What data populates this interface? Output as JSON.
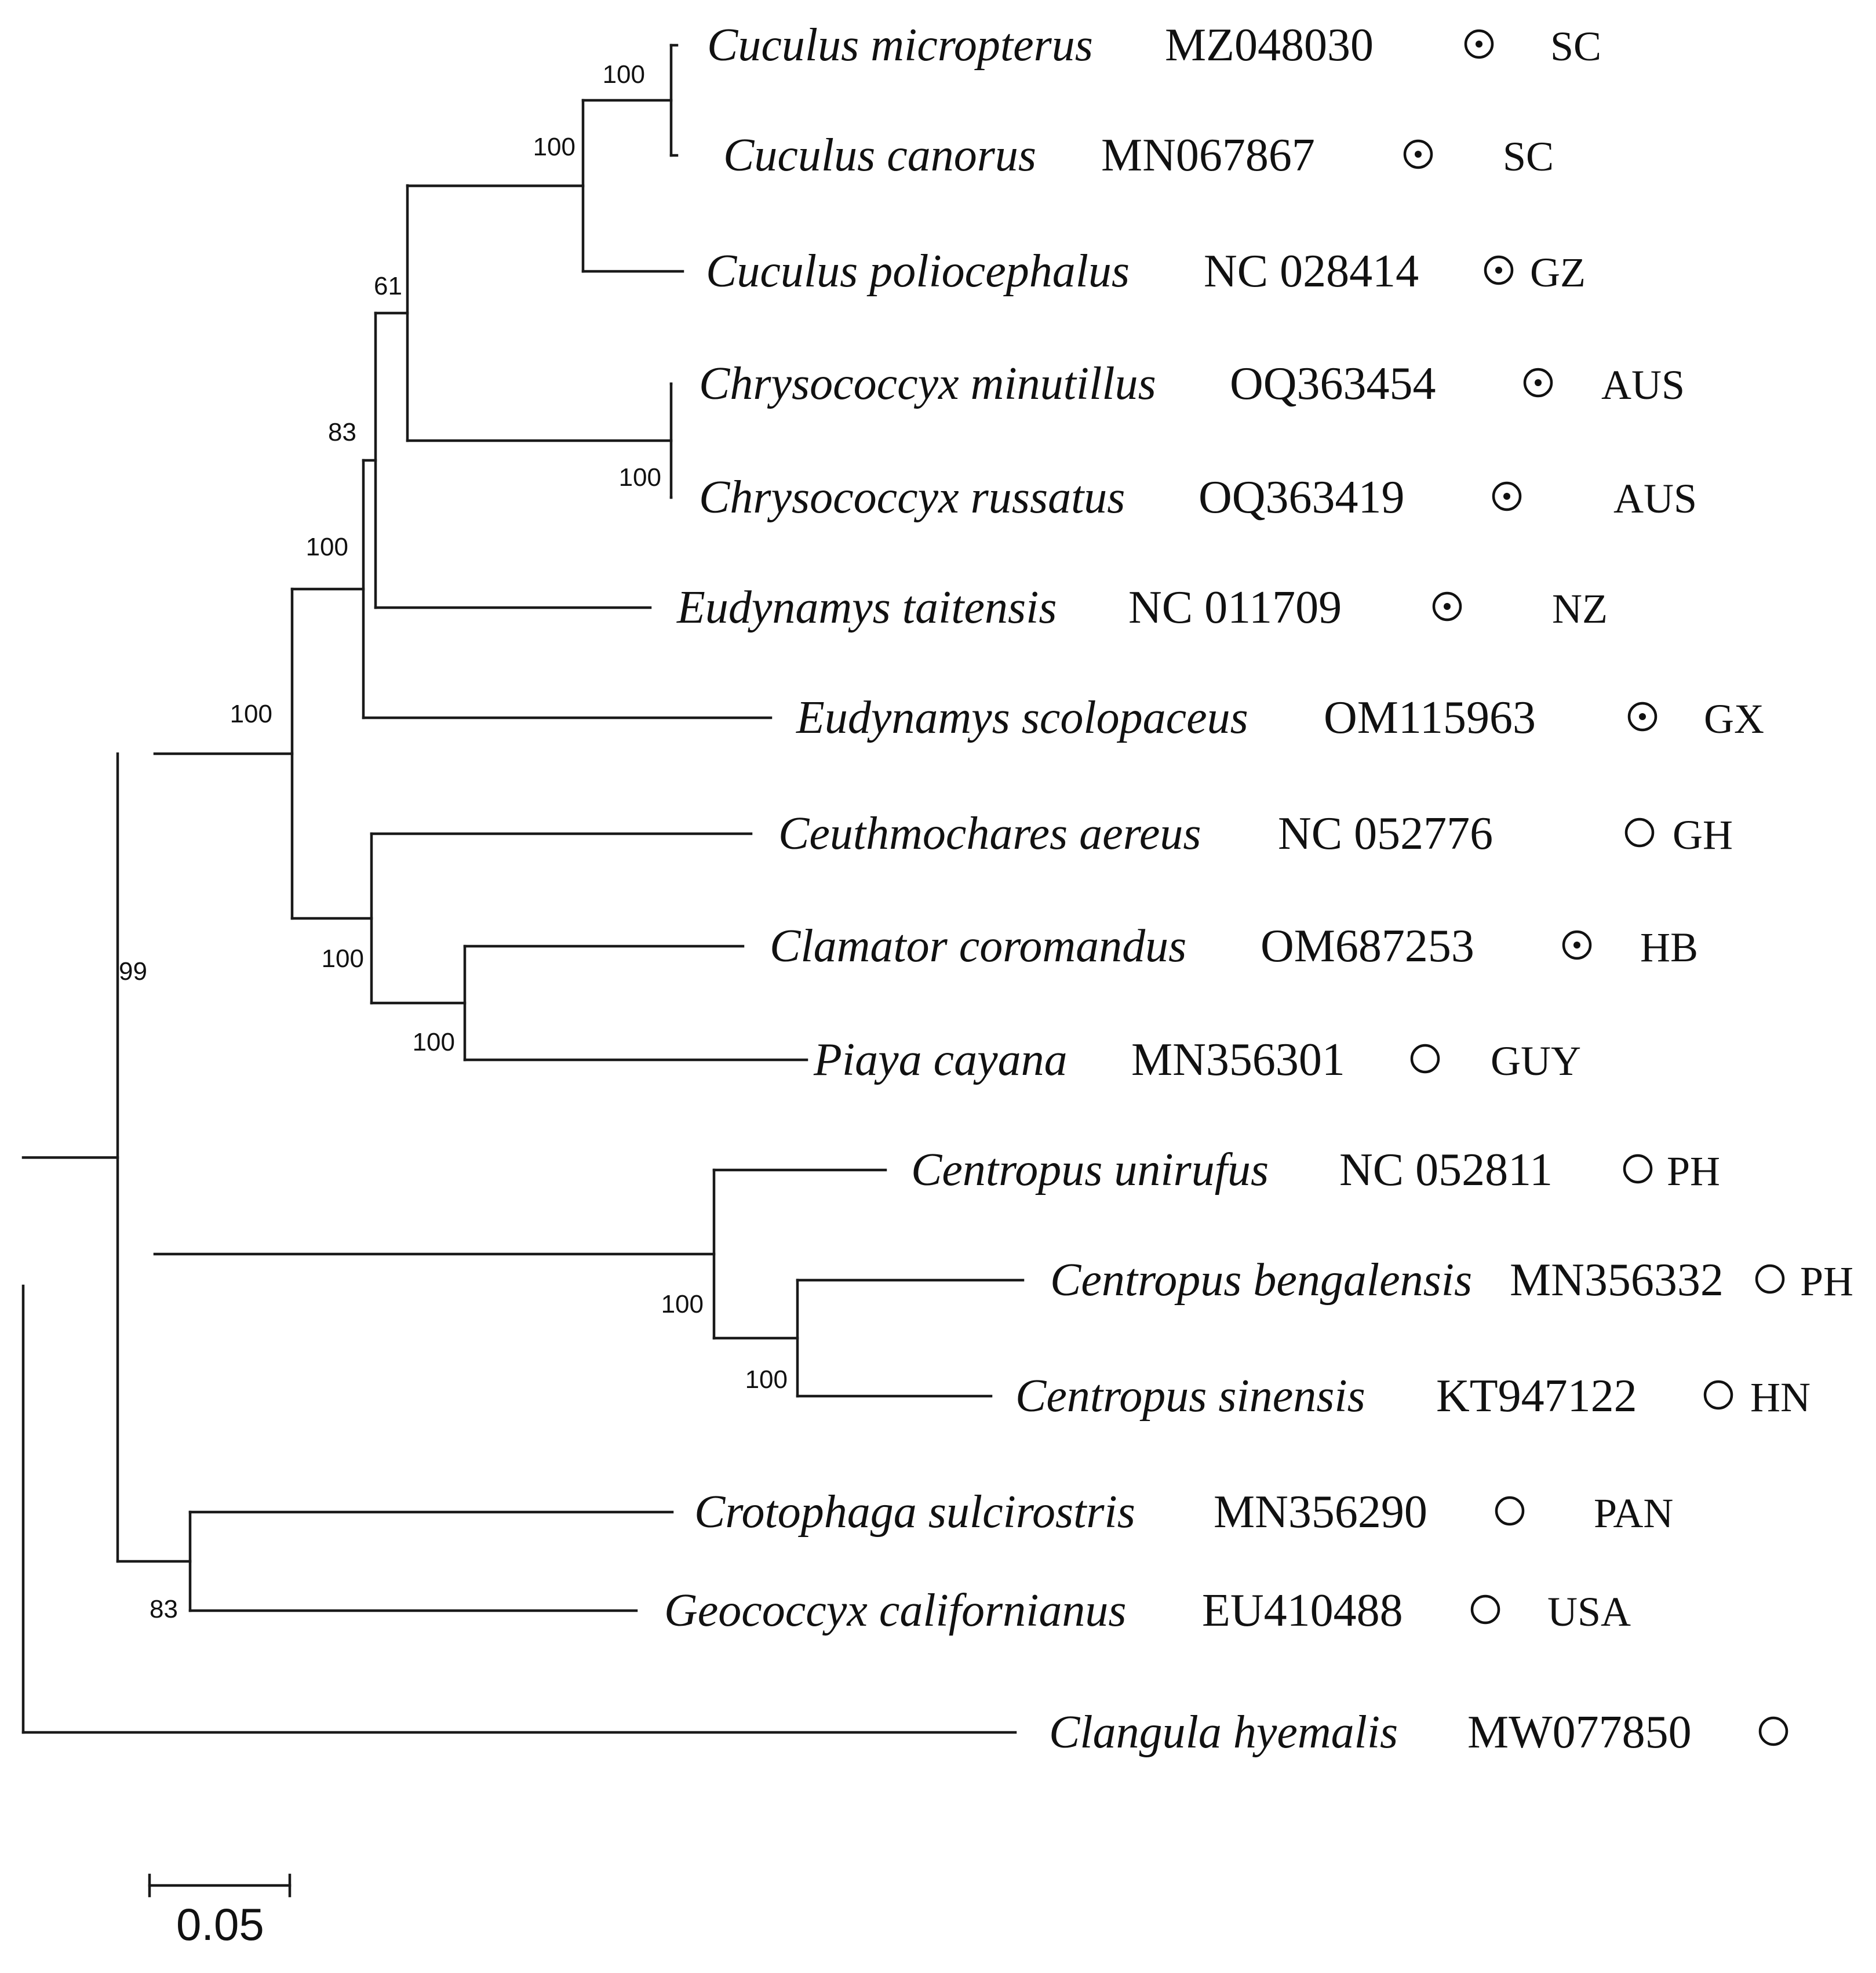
{
  "tree": {
    "taxa": [
      {
        "species": "Cuculus micropterus",
        "accession": "MZ048030",
        "marker": "dotted-circle-icon",
        "region": "SC"
      },
      {
        "species": "Cuculus canorus",
        "accession": "MN067867",
        "marker": "dotted-circle-icon",
        "region": "SC"
      },
      {
        "species": "Cuculus poliocephalus",
        "accession": "NC 028414",
        "marker": "dotted-circle-icon",
        "region": "GZ"
      },
      {
        "species": "Chrysococcyx minutillus",
        "accession": "OQ363454",
        "marker": "dotted-circle-icon",
        "region": "AUS"
      },
      {
        "species": "Chrysococcyx russatus",
        "accession": "OQ363419",
        "marker": "dotted-circle-icon",
        "region": "AUS"
      },
      {
        "species": "Eudynamys taitensis",
        "accession": "NC 011709",
        "marker": "dotted-circle-icon",
        "region": "NZ"
      },
      {
        "species": "Eudynamys scolopaceus",
        "accession": "OM115963",
        "marker": "dotted-circle-icon",
        "region": "GX"
      },
      {
        "species": "Ceuthmochares aereus",
        "accession": "NC 052776",
        "marker": "open-circle-icon",
        "region": "GH"
      },
      {
        "species": "Clamator coromandus",
        "accession": "OM687253",
        "marker": "dotted-circle-icon",
        "region": "HB"
      },
      {
        "species": "Piaya cayana",
        "accession": "MN356301",
        "marker": "open-circle-icon",
        "region": "GUY"
      },
      {
        "species": "Centropus unirufus",
        "accession": "NC 052811",
        "marker": "open-circle-icon",
        "region": "PH"
      },
      {
        "species": "Centropus bengalensis",
        "accession": "MN356332",
        "marker": "open-circle-icon",
        "region": "PH"
      },
      {
        "species": "Centropus sinensis",
        "accession": "KT947122",
        "marker": "open-circle-icon",
        "region": "HN"
      },
      {
        "species": "Crotophaga sulcirostris",
        "accession": "MN356290",
        "marker": "open-circle-icon",
        "region": "PAN"
      },
      {
        "species": "Geococcyx californianus",
        "accession": "EU410488",
        "marker": "open-circle-icon",
        "region": "USA"
      },
      {
        "species": "Clangula hyemalis",
        "accession": "MW077850",
        "marker": "open-circle-icon",
        "region": ""
      }
    ],
    "supports": {
      "n_mic_can": "100",
      "n_cuculus": "100",
      "n_cuc_chr": "61",
      "n_chryso": "100",
      "n_cuc_chr_tai": "83",
      "n_cuculinae": "100",
      "n_phaenicophaeinae": "100",
      "n_cla_pia": "100",
      "n_ingroup_a": "100",
      "n_cuculidae": "99",
      "n_centropus": "100",
      "n_ben_sin": "100",
      "n_crotophaginae": "83"
    },
    "scale_bar_label": "0.05"
  },
  "colors": {
    "line": "#1a1a1a",
    "text": "#111111",
    "background": "#ffffff"
  }
}
